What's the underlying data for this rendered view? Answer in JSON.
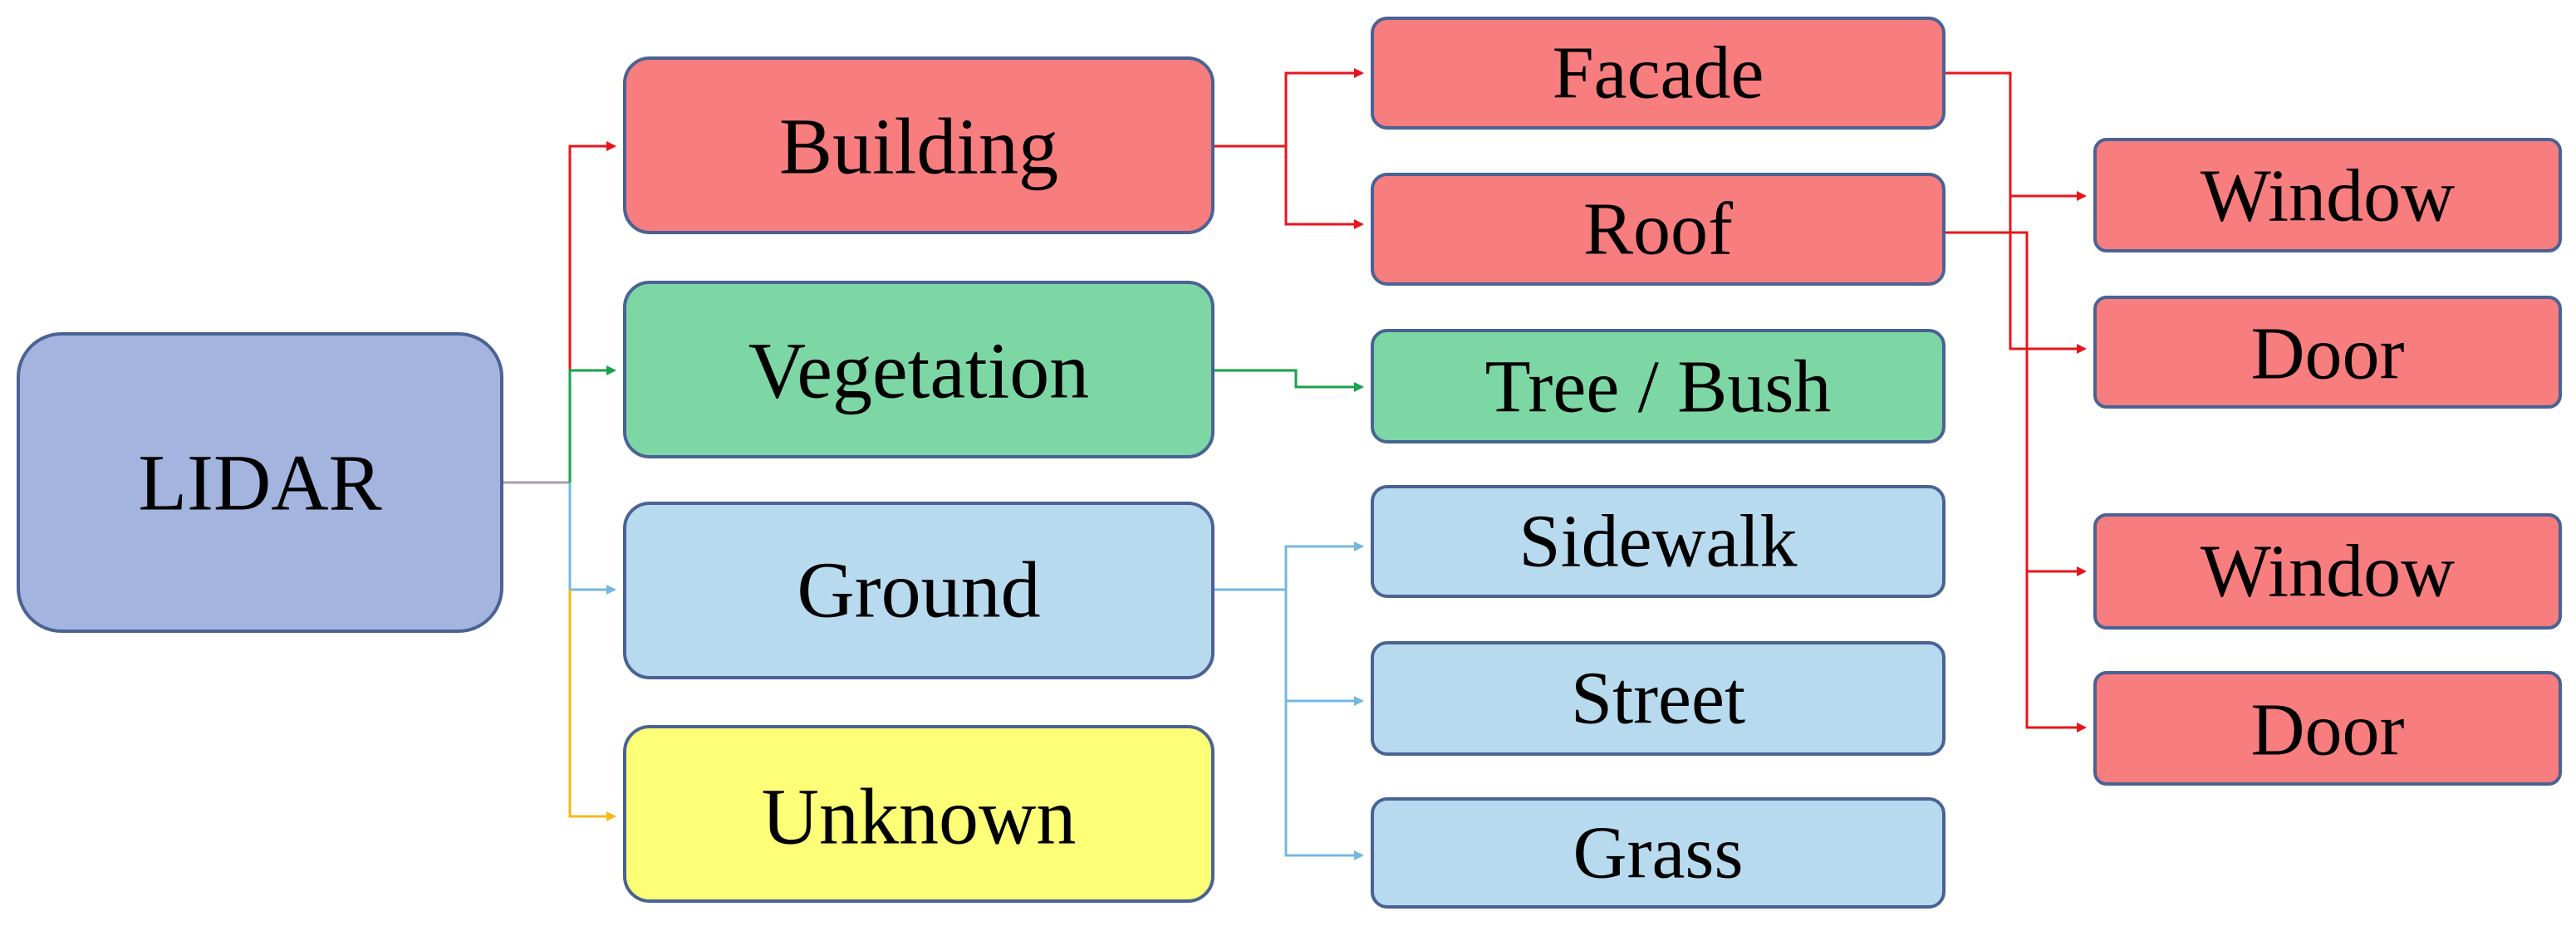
{
  "diagram": {
    "root": {
      "label": "LIDAR",
      "color": "#A3B5DF",
      "border": "#4A6294"
    },
    "level1": [
      {
        "key": "building",
        "label": "Building",
        "color": "#F77D7E",
        "border": "#4A6294",
        "connector": "#E8141C"
      },
      {
        "key": "vegetation",
        "label": "Vegetation",
        "color": "#7DD7A5",
        "border": "#4A6294",
        "connector": "#18A24B"
      },
      {
        "key": "ground",
        "label": "Ground",
        "color": "#B8DAEE",
        "border": "#4A6294",
        "connector": "#74B8E0"
      },
      {
        "key": "unknown",
        "label": "Unknown",
        "color": "#FDFF76",
        "border": "#4A6294",
        "connector": "#F7B81C"
      }
    ],
    "level2": [
      {
        "key": "facade",
        "label": "Facade",
        "parent": "building",
        "color": "#F77D7E"
      },
      {
        "key": "roof",
        "label": "Roof",
        "parent": "building",
        "color": "#F77D7E"
      },
      {
        "key": "treebush",
        "label": "Tree / Bush",
        "parent": "vegetation",
        "color": "#7DD7A5"
      },
      {
        "key": "sidewalk",
        "label": "Sidewalk",
        "parent": "ground",
        "color": "#B8DAEE"
      },
      {
        "key": "street",
        "label": "Street",
        "parent": "ground",
        "color": "#B8DAEE"
      },
      {
        "key": "grass",
        "label": "Grass",
        "parent": "ground",
        "color": "#B8DAEE"
      }
    ],
    "level3": [
      {
        "key": "facade-window",
        "label": "Window",
        "parent": "facade",
        "color": "#F77D7E"
      },
      {
        "key": "facade-door",
        "label": "Door",
        "parent": "facade",
        "color": "#F77D7E"
      },
      {
        "key": "roof-window",
        "label": "Window",
        "parent": "roof",
        "color": "#F77D7E"
      },
      {
        "key": "roof-door",
        "label": "Door",
        "parent": "roof",
        "color": "#F77D7E"
      }
    ]
  }
}
